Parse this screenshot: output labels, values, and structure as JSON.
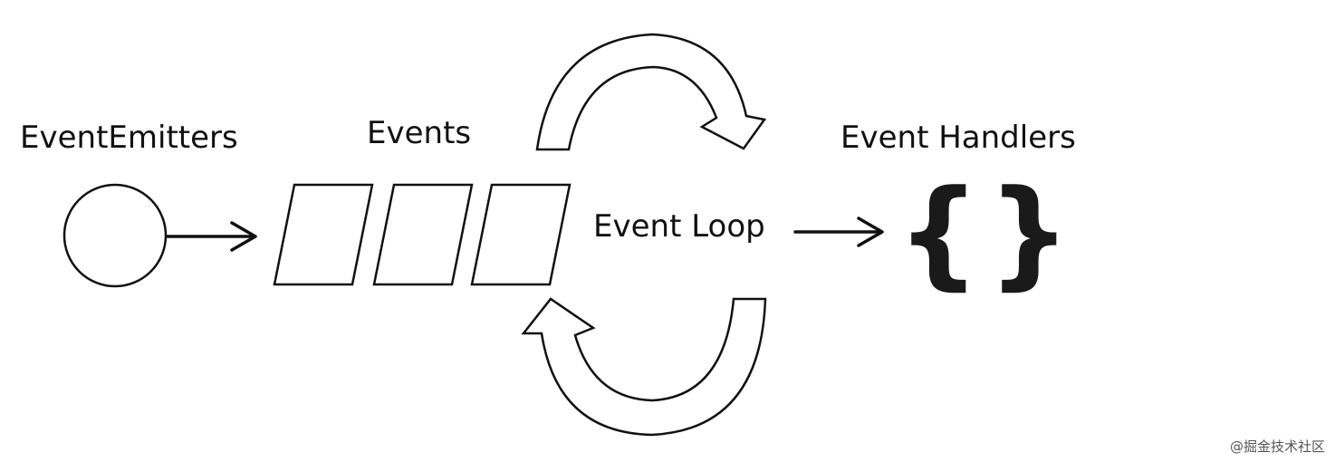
{
  "labels": {
    "emitters": "EventEmitters",
    "events": "Events",
    "loop": "Event Loop",
    "handlers": "Event Handlers"
  },
  "braces": {
    "open": "{",
    "close": "}"
  },
  "watermark": "@掘金技术社区",
  "colors": {
    "stroke": "#111111",
    "fill": "#ffffff",
    "text": "#111111"
  }
}
